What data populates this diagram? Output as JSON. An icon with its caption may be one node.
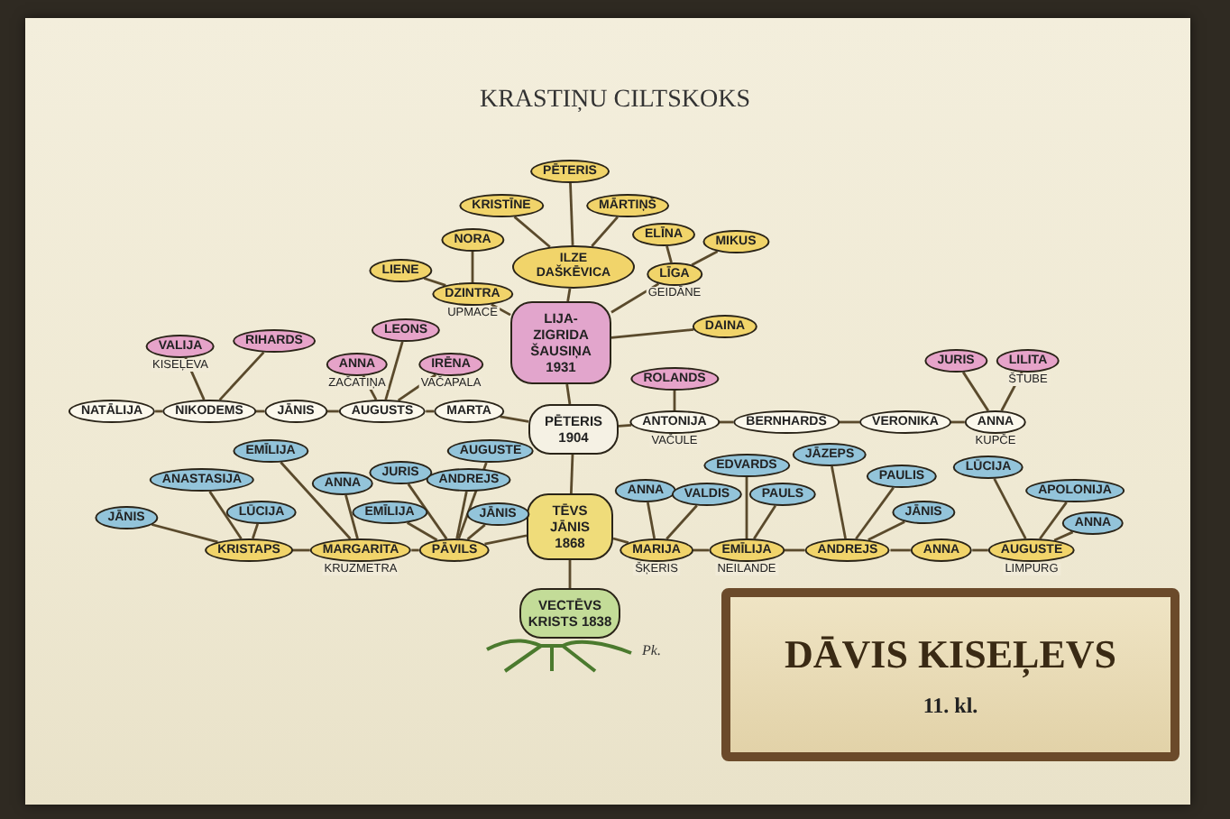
{
  "diagram": {
    "title": "KRASTIŅU CILTSKOKS",
    "nodes": [
      {
        "text": [
          "PĒTERIS"
        ]
      },
      {
        "text": [
          "KRISTĪNE"
        ]
      },
      {
        "text": [
          "MĀRTIŅŠ"
        ]
      },
      {
        "text": [
          "NORA"
        ]
      },
      {
        "text": [
          "ELĪNA"
        ]
      },
      {
        "text": [
          "MIKUS"
        ]
      },
      {
        "text": [
          "LIENE"
        ]
      },
      {
        "text": [
          "ILZE DAŠKĒVICA"
        ]
      },
      {
        "text": [
          "LĪGA"
        ],
        "beside": [
          "GEIDĀNE"
        ]
      },
      {
        "text": [
          "DZINTRA"
        ],
        "beside": [
          "UPMACE"
        ]
      },
      {
        "text": [
          "DAINA"
        ]
      },
      {
        "text": [
          "LIJA-ZIGRIDA ŠAUSIŅA 1931"
        ]
      },
      {
        "text": [
          "PĒTERIS 1904"
        ]
      },
      {
        "text": [
          "TĒVS JĀNIS 1868"
        ]
      },
      {
        "text": [
          "VECTĒVS KRISTS 1838"
        ]
      },
      {
        "text": [
          "VALIJA"
        ],
        "beside": [
          "KISEĻEVA"
        ]
      },
      {
        "text": [
          "RIHARDS"
        ]
      },
      {
        "text": [
          "LEONS"
        ]
      },
      {
        "text": [
          "ANNA"
        ],
        "beside": [
          "ZAČATIŅA"
        ]
      },
      {
        "text": [
          "IRĒNA"
        ],
        "beside": [
          "VAČAPALA"
        ]
      },
      {
        "text": [
          "NATĀLIJA"
        ]
      },
      {
        "text": [
          "NIKODEMS"
        ]
      },
      {
        "text": [
          "JĀNIS"
        ]
      },
      {
        "text": [
          "AUGUSTS"
        ]
      },
      {
        "text": [
          "MARTA"
        ]
      },
      {
        "text": [
          "ROLANDS"
        ]
      },
      {
        "text": [
          "JURIS"
        ]
      },
      {
        "text": [
          "LILITA"
        ],
        "beside": [
          "ŠTUBE"
        ]
      },
      {
        "text": [
          "ANTONIJA"
        ],
        "beside": [
          "VAČULE"
        ]
      },
      {
        "text": [
          "BERNHARDS"
        ]
      },
      {
        "text": [
          "VERONIKA"
        ]
      },
      {
        "text": [
          "ANNA"
        ],
        "beside": [
          "KUPČE"
        ]
      },
      {
        "text": [
          "EMĪLIJA"
        ]
      },
      {
        "text": [
          "ANASTASIJA"
        ]
      },
      {
        "text": [
          "ANNA"
        ]
      },
      {
        "text": [
          "JURIS"
        ]
      },
      {
        "text": [
          "AUGUSTE"
        ]
      },
      {
        "text": [
          "ANDREJS"
        ]
      },
      {
        "text": [
          "JĀNIS"
        ]
      },
      {
        "text": [
          "LŪCIJA"
        ]
      },
      {
        "text": [
          "EMĪLIJA"
        ]
      },
      {
        "text": [
          "JĀNIS"
        ]
      },
      {
        "text": [
          "KRISTAPS"
        ]
      },
      {
        "text": [
          "MARGARITA"
        ],
        "beside": [
          "KRUZMETRA"
        ]
      },
      {
        "text": [
          "PĀVILS"
        ]
      },
      {
        "text": [
          "EDVARDS"
        ]
      },
      {
        "text": [
          "JĀZEPS"
        ]
      },
      {
        "text": [
          "LŪCIJA"
        ]
      },
      {
        "text": [
          "ANNA"
        ]
      },
      {
        "text": [
          "VALDIS"
        ]
      },
      {
        "text": [
          "PAULS"
        ]
      },
      {
        "text": [
          "PAULIS"
        ]
      },
      {
        "text": [
          "APOLONIJA"
        ]
      },
      {
        "text": [
          "JĀNIS"
        ]
      },
      {
        "text": [
          "ANNA"
        ]
      },
      {
        "text": [
          "MARIJA"
        ],
        "beside": [
          "ŠĶERIS"
        ]
      },
      {
        "text": [
          "EMĪLIJA"
        ],
        "beside": [
          "NEILANDE"
        ]
      },
      {
        "text": [
          "ANDREJS"
        ]
      },
      {
        "text": [
          "ANNA"
        ]
      },
      {
        "text": [
          "AUGUSTE"
        ],
        "beside": [
          "LIMPURG"
        ]
      },
      {
        "text": [
          "DĀVIS KISEĻEVS",
          "11. kl."
        ]
      }
    ],
    "edges": [
      {
        "from": 11,
        "to": 7,
        "arrow": "none"
      },
      {
        "from": 7,
        "to": 0,
        "arrow": "none"
      },
      {
        "from": 7,
        "to": 1,
        "arrow": "none"
      },
      {
        "from": 7,
        "to": 2,
        "arrow": "none"
      },
      {
        "from": 11,
        "to": 9,
        "arrow": "none"
      },
      {
        "from": 9,
        "to": 3,
        "arrow": "none"
      },
      {
        "from": 9,
        "to": 6,
        "arrow": "none"
      },
      {
        "from": 11,
        "to": 8,
        "arrow": "none"
      },
      {
        "from": 8,
        "to": 4,
        "arrow": "none"
      },
      {
        "from": 8,
        "to": 5,
        "arrow": "none"
      },
      {
        "from": 11,
        "to": 10,
        "arrow": "none"
      },
      {
        "from": 14,
        "to": 13,
        "arrow": "none"
      },
      {
        "from": 13,
        "to": 12,
        "arrow": "none"
      },
      {
        "from": 12,
        "to": 11,
        "arrow": "none"
      },
      {
        "from": 12,
        "to": 24,
        "arrow": "none"
      },
      {
        "from": 24,
        "to": 23,
        "arrow": "none"
      },
      {
        "from": 23,
        "to": 22,
        "arrow": "none"
      },
      {
        "from": 22,
        "to": 21,
        "arrow": "none"
      },
      {
        "from": 21,
        "to": 20,
        "arrow": "none"
      },
      {
        "from": 21,
        "to": 15,
        "arrow": "none"
      },
      {
        "from": 21,
        "to": 16,
        "arrow": "none"
      },
      {
        "from": 23,
        "to": 18,
        "arrow": "none"
      },
      {
        "from": 23,
        "to": 17,
        "arrow": "none"
      },
      {
        "from": 23,
        "to": 19,
        "arrow": "none"
      },
      {
        "from": 12,
        "to": 28,
        "arrow": "none"
      },
      {
        "from": 28,
        "to": 29,
        "arrow": "none"
      },
      {
        "from": 29,
        "to": 30,
        "arrow": "none"
      },
      {
        "from": 30,
        "to": 31,
        "arrow": "none"
      },
      {
        "from": 28,
        "to": 25,
        "arrow": "none"
      },
      {
        "from": 31,
        "to": 26,
        "arrow": "none"
      },
      {
        "from": 31,
        "to": 27,
        "arrow": "none"
      },
      {
        "from": 13,
        "to": 44,
        "arrow": "none"
      },
      {
        "from": 44,
        "to": 43,
        "arrow": "none"
      },
      {
        "from": 43,
        "to": 42,
        "arrow": "none"
      },
      {
        "from": 42,
        "to": 38,
        "arrow": "none"
      },
      {
        "from": 42,
        "to": 33,
        "arrow": "none"
      },
      {
        "from": 42,
        "to": 39,
        "arrow": "none"
      },
      {
        "from": 43,
        "to": 32,
        "arrow": "none"
      },
      {
        "from": 43,
        "to": 34,
        "arrow": "none"
      },
      {
        "from": 44,
        "to": 35,
        "arrow": "none"
      },
      {
        "from": 44,
        "to": 36,
        "arrow": "none"
      },
      {
        "from": 44,
        "to": 37,
        "arrow": "none"
      },
      {
        "from": 44,
        "to": 40,
        "arrow": "none"
      },
      {
        "from": 44,
        "to": 41,
        "arrow": "none"
      },
      {
        "from": 13,
        "to": 55,
        "arrow": "none"
      },
      {
        "from": 55,
        "to": 56,
        "arrow": "none"
      },
      {
        "from": 56,
        "to": 57,
        "arrow": "none"
      },
      {
        "from": 57,
        "to": 58,
        "arrow": "none"
      },
      {
        "from": 58,
        "to": 59,
        "arrow": "none"
      },
      {
        "from": 55,
        "to": 48,
        "arrow": "none"
      },
      {
        "from": 55,
        "to": 49,
        "arrow": "none"
      },
      {
        "from": 56,
        "to": 45,
        "arrow": "none"
      },
      {
        "from": 56,
        "to": 50,
        "arrow": "none"
      },
      {
        "from": 57,
        "to": 46,
        "arrow": "none"
      },
      {
        "from": 57,
        "to": 51,
        "arrow": "none"
      },
      {
        "from": 57,
        "to": 53,
        "arrow": "none"
      },
      {
        "from": 59,
        "to": 47,
        "arrow": "none"
      },
      {
        "from": 59,
        "to": 52,
        "arrow": "none"
      },
      {
        "from": 59,
        "to": 54,
        "arrow": "none"
      }
    ],
    "labels": [
      "Pk."
    ]
  }
}
